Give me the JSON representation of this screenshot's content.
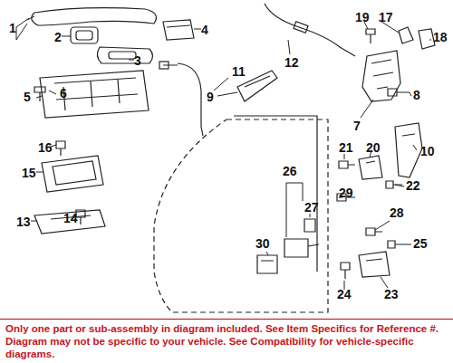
{
  "diagram": {
    "nodes": [
      {
        "text": [
          "Only one part or sub-assembly in diagram included. See Item Specifics for Reference #. Diagram may not be specific to your vehicle. See Compatibility for vehicle-specific diagrams."
        ]
      }
    ],
    "labels": [
      "1",
      "2",
      "3",
      "4",
      "5",
      "6",
      "7",
      "8",
      "9",
      "10",
      "11",
      "12",
      "13",
      "14",
      "15",
      "16",
      "17",
      "18",
      "19",
      "20",
      "21",
      "22",
      "23",
      "24",
      "25",
      "26",
      "27",
      "28",
      "29",
      "30"
    ]
  }
}
